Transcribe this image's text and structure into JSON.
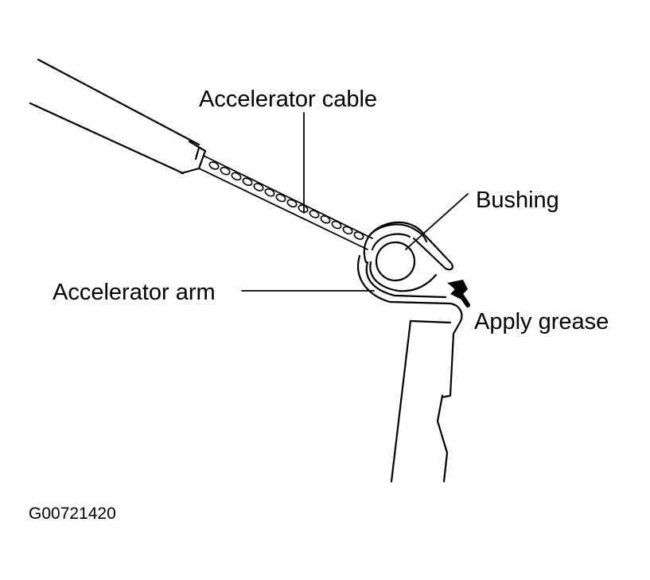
{
  "labels": {
    "accelerator_cable": "Accelerator cable",
    "bushing": "Bushing",
    "accelerator_arm": "Accelerator arm",
    "apply_grease": "Apply grease",
    "figure_code": "G00721420"
  }
}
